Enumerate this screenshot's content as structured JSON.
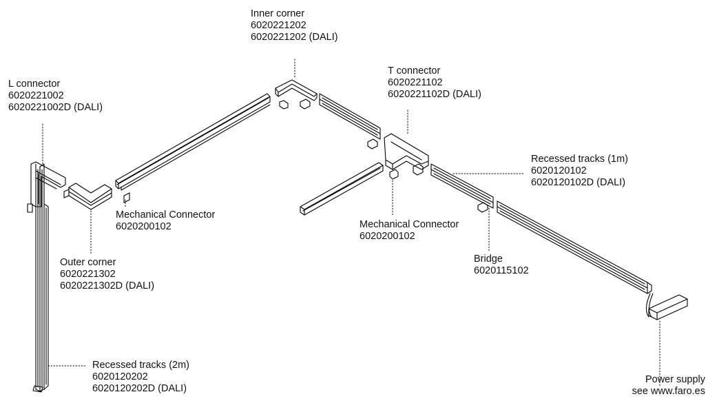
{
  "labels": {
    "inner_corner": {
      "title": "Inner corner",
      "code": "6020221202",
      "code_dali": "6020221202 (DALI)"
    },
    "l_connector": {
      "title": "L connector",
      "code": "6020221002",
      "code_dali": "6020221002D (DALI)"
    },
    "t_connector": {
      "title": "T connector",
      "code": "6020221102",
      "code_dali": "6020221102D (DALI)"
    },
    "recessed_1m": {
      "title": "Recessed tracks (1m)",
      "code": "6020120102",
      "code_dali": "6020120102D (DALI)"
    },
    "mechanical_left": {
      "title": "Mechanical Connector",
      "code": "6020200102"
    },
    "mechanical_right": {
      "title": "Mechanical Connector",
      "code": "6020200102"
    },
    "outer_corner": {
      "title": "Outer corner",
      "code": "6020221302",
      "code_dali": "6020221302D (DALI)"
    },
    "bridge": {
      "title": "Bridge",
      "code": "6020115102"
    },
    "recessed_2m": {
      "title": "Recessed tracks (2m)",
      "code": "6020120202",
      "code_dali": "6020120202D (DALI)"
    },
    "power_supply": {
      "title": "Power supply",
      "note": "see www.faro.es"
    }
  }
}
